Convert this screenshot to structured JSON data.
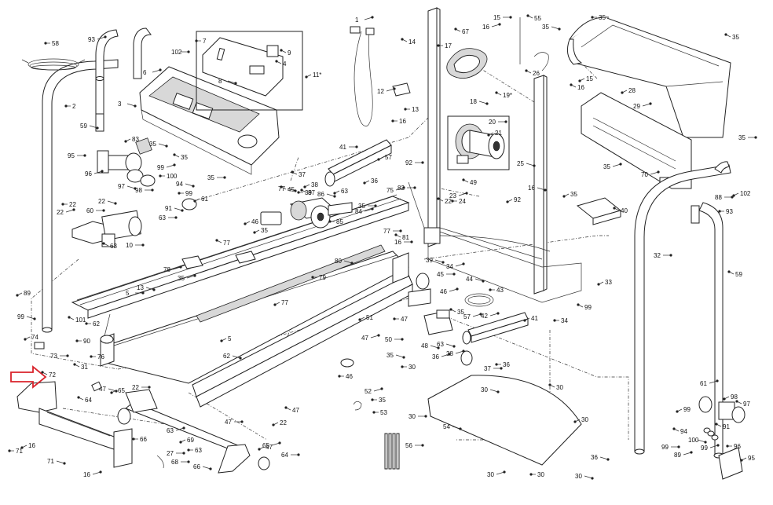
{
  "diagram": {
    "callouts": [
      {
        "id": "c1",
        "text": "1"
      },
      {
        "id": "c2",
        "text": "2"
      },
      {
        "id": "c3",
        "text": "3"
      },
      {
        "id": "c4",
        "text": "4"
      },
      {
        "id": "c5",
        "text": "5"
      },
      {
        "id": "c6",
        "text": "6"
      },
      {
        "id": "c7",
        "text": "7"
      },
      {
        "id": "c8",
        "text": "8"
      },
      {
        "id": "c9",
        "text": "9"
      },
      {
        "id": "c10",
        "text": "10"
      },
      {
        "id": "c11",
        "text": "11*"
      },
      {
        "id": "c12",
        "text": "12"
      },
      {
        "id": "c13",
        "text": "13"
      },
      {
        "id": "c14",
        "text": "14"
      },
      {
        "id": "c15",
        "text": "15"
      },
      {
        "id": "c16",
        "text": "16"
      },
      {
        "id": "c17",
        "text": "17"
      },
      {
        "id": "c18",
        "text": "18"
      },
      {
        "id": "c19",
        "text": "19*"
      },
      {
        "id": "c20",
        "text": "20"
      },
      {
        "id": "c21",
        "text": "21"
      },
      {
        "id": "c22",
        "text": "22"
      },
      {
        "id": "c23",
        "text": "23"
      },
      {
        "id": "c24",
        "text": "24"
      },
      {
        "id": "c25",
        "text": "25"
      },
      {
        "id": "c26",
        "text": "26"
      },
      {
        "id": "c27",
        "text": "27"
      },
      {
        "id": "c28",
        "text": "28"
      },
      {
        "id": "c29",
        "text": "29"
      },
      {
        "id": "c30",
        "text": "30"
      },
      {
        "id": "c31",
        "text": "31"
      },
      {
        "id": "c32",
        "text": "32"
      },
      {
        "id": "c33",
        "text": "33"
      },
      {
        "id": "c34",
        "text": "34"
      },
      {
        "id": "c35",
        "text": "35"
      },
      {
        "id": "c36",
        "text": "36"
      },
      {
        "id": "c37",
        "text": "37"
      },
      {
        "id": "c38",
        "text": "38"
      },
      {
        "id": "c39",
        "text": "39"
      },
      {
        "id": "c40",
        "text": "40"
      },
      {
        "id": "c41",
        "text": "41"
      },
      {
        "id": "c42",
        "text": "42"
      },
      {
        "id": "c43",
        "text": "43"
      },
      {
        "id": "c44",
        "text": "44"
      },
      {
        "id": "c45",
        "text": "45"
      },
      {
        "id": "c46",
        "text": "46"
      },
      {
        "id": "c47",
        "text": "47"
      },
      {
        "id": "c48",
        "text": "48"
      },
      {
        "id": "c49",
        "text": "49"
      },
      {
        "id": "c50",
        "text": "50"
      },
      {
        "id": "c51",
        "text": "51"
      },
      {
        "id": "c52",
        "text": "52"
      },
      {
        "id": "c53",
        "text": "53"
      },
      {
        "id": "c54",
        "text": "54"
      },
      {
        "id": "c55",
        "text": "55"
      },
      {
        "id": "c56",
        "text": "56"
      },
      {
        "id": "c57",
        "text": "57"
      },
      {
        "id": "c58",
        "text": "58"
      },
      {
        "id": "c59",
        "text": "59"
      },
      {
        "id": "c60",
        "text": "60"
      },
      {
        "id": "c61",
        "text": "61"
      },
      {
        "id": "c62",
        "text": "62"
      },
      {
        "id": "c63",
        "text": "63"
      },
      {
        "id": "c64",
        "text": "64"
      },
      {
        "id": "c65",
        "text": "65"
      },
      {
        "id": "c66",
        "text": "66"
      },
      {
        "id": "c67",
        "text": "67"
      },
      {
        "id": "c68",
        "text": "68"
      },
      {
        "id": "c69",
        "text": "69"
      },
      {
        "id": "c70",
        "text": "70"
      },
      {
        "id": "c71",
        "text": "71"
      },
      {
        "id": "c72",
        "text": "72"
      },
      {
        "id": "c73",
        "text": "73"
      },
      {
        "id": "c74",
        "text": "74"
      },
      {
        "id": "c75",
        "text": "75"
      },
      {
        "id": "c76",
        "text": "76"
      },
      {
        "id": "c77",
        "text": "77"
      },
      {
        "id": "c78",
        "text": "78"
      },
      {
        "id": "c79",
        "text": "79"
      },
      {
        "id": "c80",
        "text": "80"
      },
      {
        "id": "c81",
        "text": "81"
      },
      {
        "id": "c82",
        "text": "82"
      },
      {
        "id": "c83",
        "text": "83"
      },
      {
        "id": "c84",
        "text": "84"
      },
      {
        "id": "c85",
        "text": "85"
      },
      {
        "id": "c86",
        "text": "86"
      },
      {
        "id": "c87",
        "text": "87"
      },
      {
        "id": "c88",
        "text": "88"
      },
      {
        "id": "c89",
        "text": "89"
      },
      {
        "id": "c90",
        "text": "90"
      },
      {
        "id": "c91",
        "text": "91"
      },
      {
        "id": "c92",
        "text": "92"
      },
      {
        "id": "c93",
        "text": "93"
      },
      {
        "id": "c94",
        "text": "94"
      },
      {
        "id": "c95",
        "text": "95"
      },
      {
        "id": "c96",
        "text": "96"
      },
      {
        "id": "c97",
        "text": "97"
      },
      {
        "id": "c98",
        "text": "98"
      },
      {
        "id": "c99",
        "text": "99"
      },
      {
        "id": "c100",
        "text": "100"
      },
      {
        "id": "c101",
        "text": "101"
      },
      {
        "id": "c102",
        "text": "102"
      }
    ],
    "highlight": {
      "part": "72",
      "arrow_color": "#d9232b"
    }
  }
}
